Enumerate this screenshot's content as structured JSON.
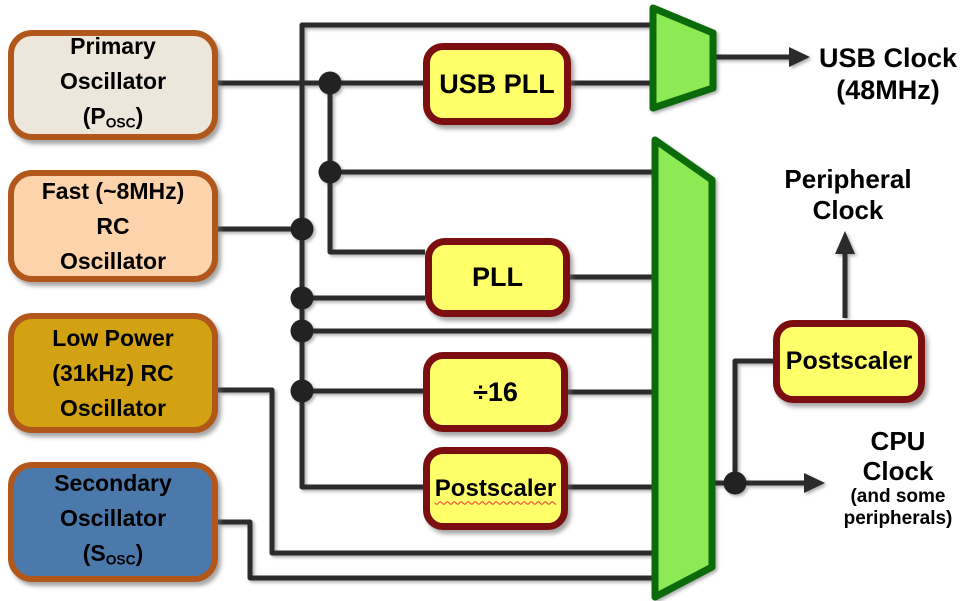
{
  "colors": {
    "wire": "#2b2b2b",
    "mux_fill": "#8dea55",
    "mux_border": "#0b6b0b",
    "block_fill": "#ffff69",
    "block_border": "#7c0e10",
    "osc_border": "#b1571b",
    "primary_fill": "#ece7da",
    "fast_rc_fill": "#fdd3ab",
    "low_power_fill": "#d3a213",
    "secondary_fill": "#4b79ab",
    "spellcheck_squiggle": "#f03030"
  },
  "oscillators": {
    "primary": {
      "line1": "Primary",
      "line2": "Oscillator",
      "sub_pre": "(P",
      "sub": "OSC",
      "sub_post": ")"
    },
    "fast_rc": {
      "line1": "Fast (~8MHz)",
      "line2": "RC",
      "line3": "Oscillator"
    },
    "low_power": {
      "line1": "Low Power",
      "line2": "(31kHz) RC",
      "line3": "Oscillator"
    },
    "secondary": {
      "line1": "Secondary",
      "line2": "Oscillator",
      "sub_pre": "(S",
      "sub": "OSC",
      "sub_post": ")"
    }
  },
  "blocks": {
    "usb_pll": "USB PLL",
    "pll": "PLL",
    "div16": "÷16",
    "postscaler_mid": "Postscaler",
    "postscaler_right": "Postscaler"
  },
  "outputs": {
    "usb_clock": {
      "line1": "USB Clock",
      "line2": "(48MHz)"
    },
    "peripheral_clock": {
      "line1": "Peripheral",
      "line2": "Clock"
    },
    "cpu_clock": {
      "line1": "CPU",
      "line2": "Clock",
      "note1": "(and some",
      "note2": "peripherals)"
    }
  }
}
